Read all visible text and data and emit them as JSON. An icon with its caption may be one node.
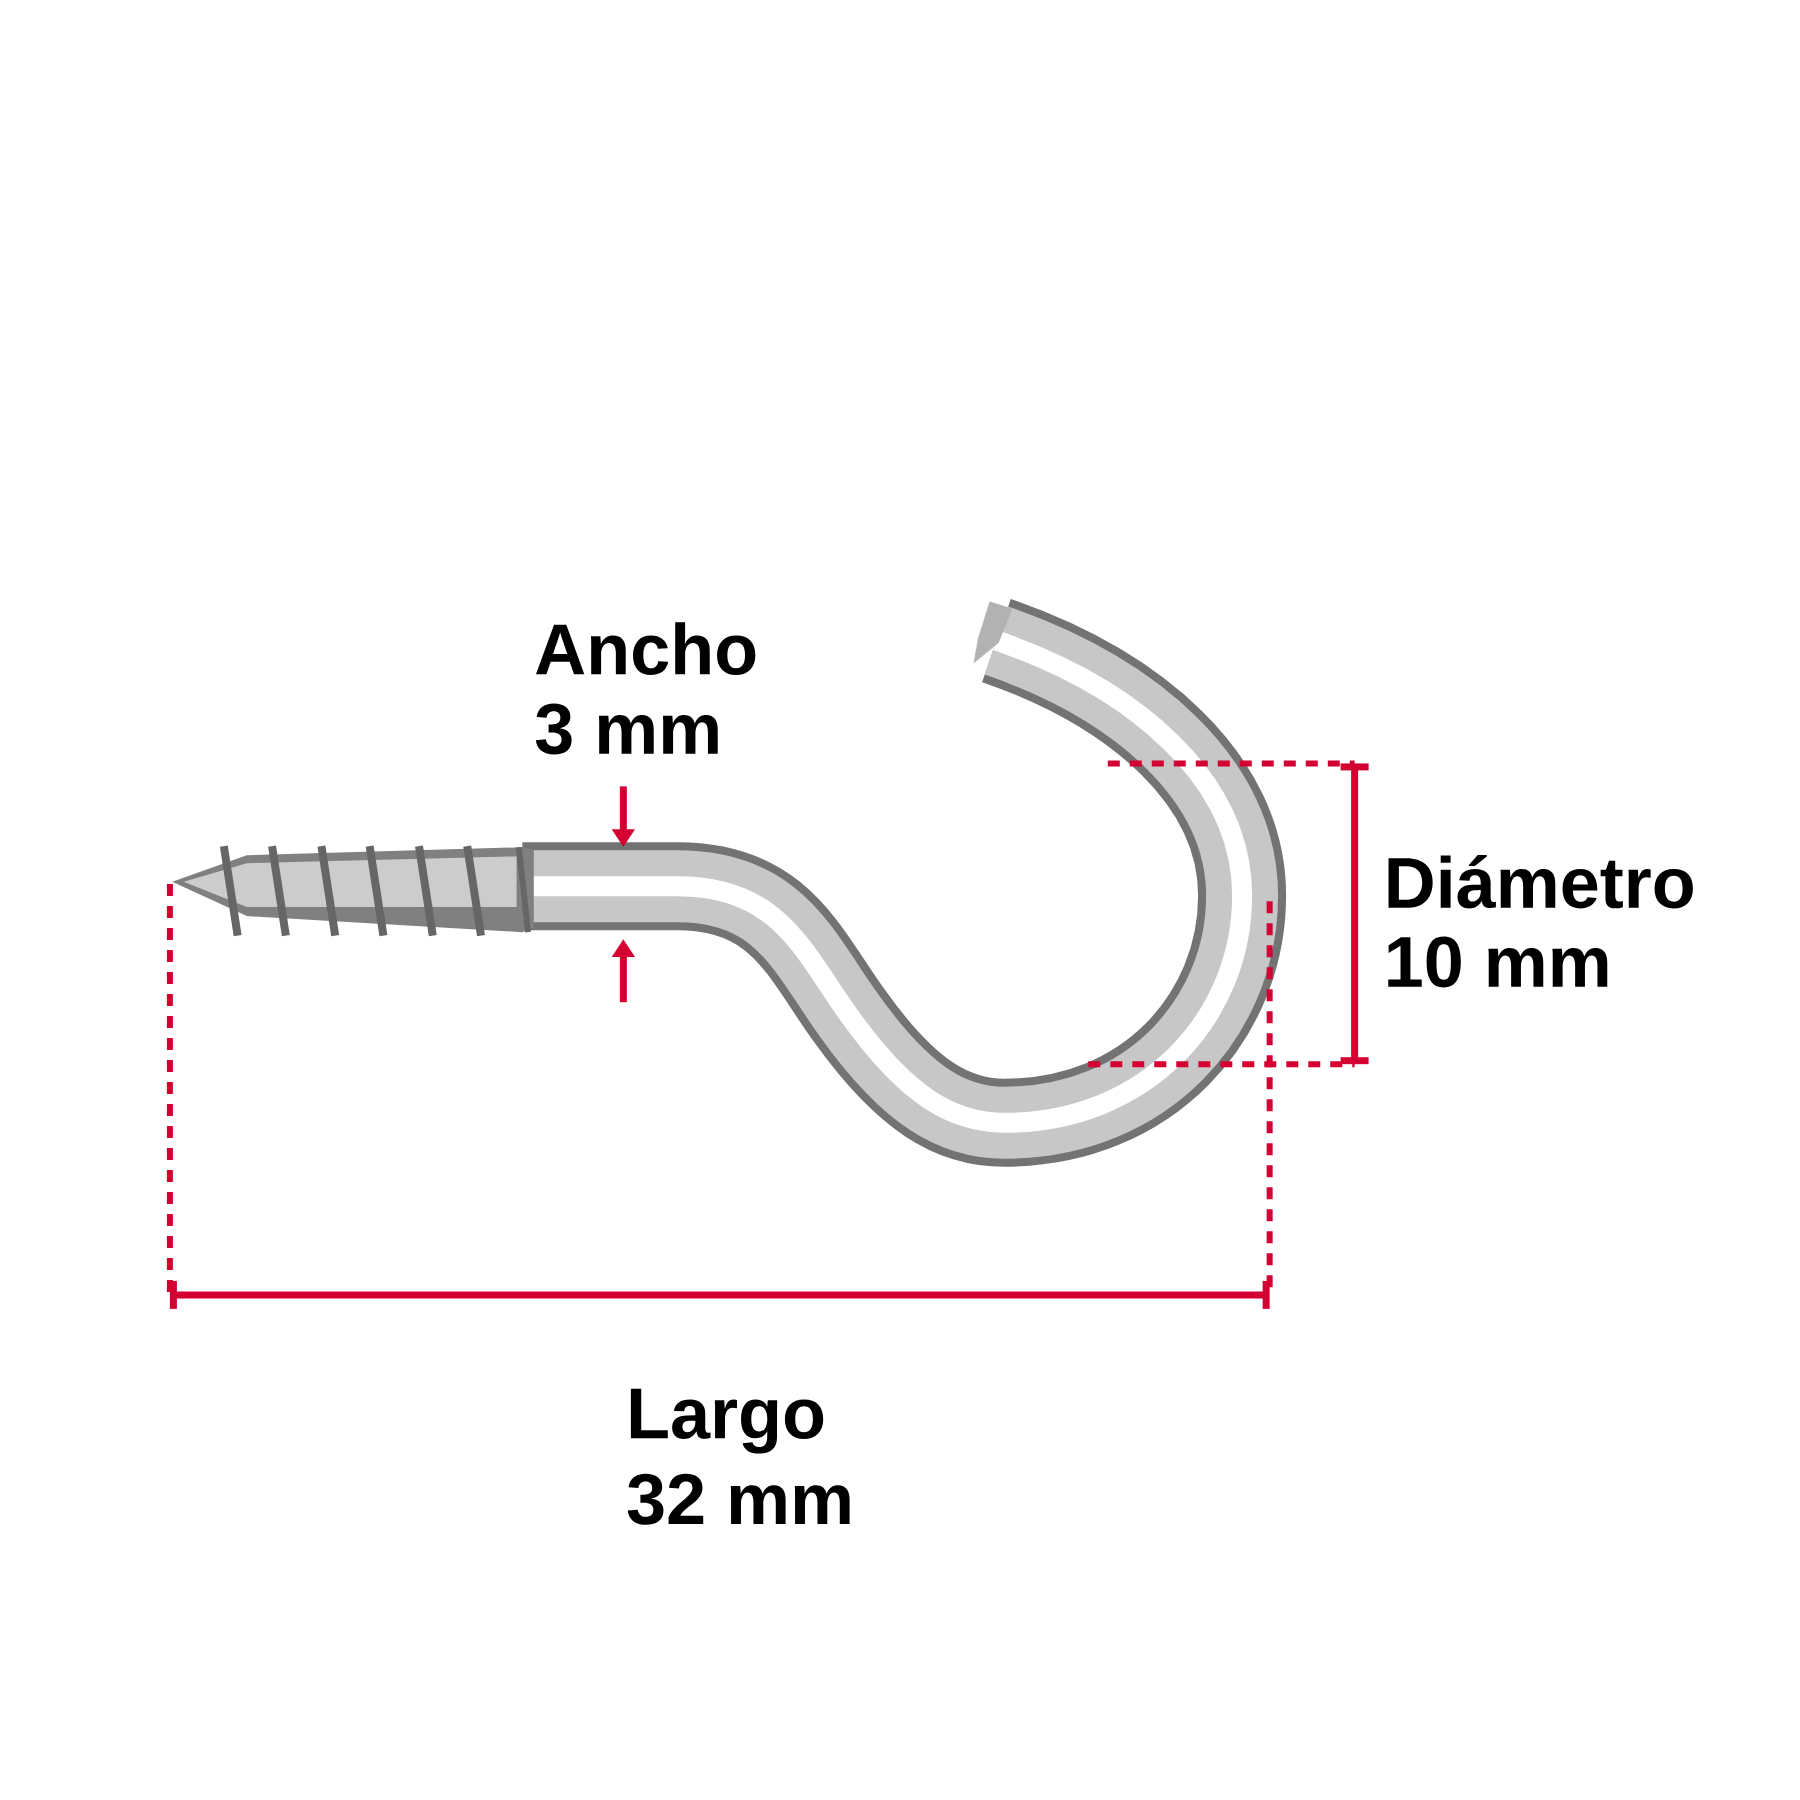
{
  "diagram": {
    "labels": [
      "Ancho",
      "3 mm",
      "Diámetro",
      "10 mm",
      "Largo",
      "32 mm"
    ]
  }
}
